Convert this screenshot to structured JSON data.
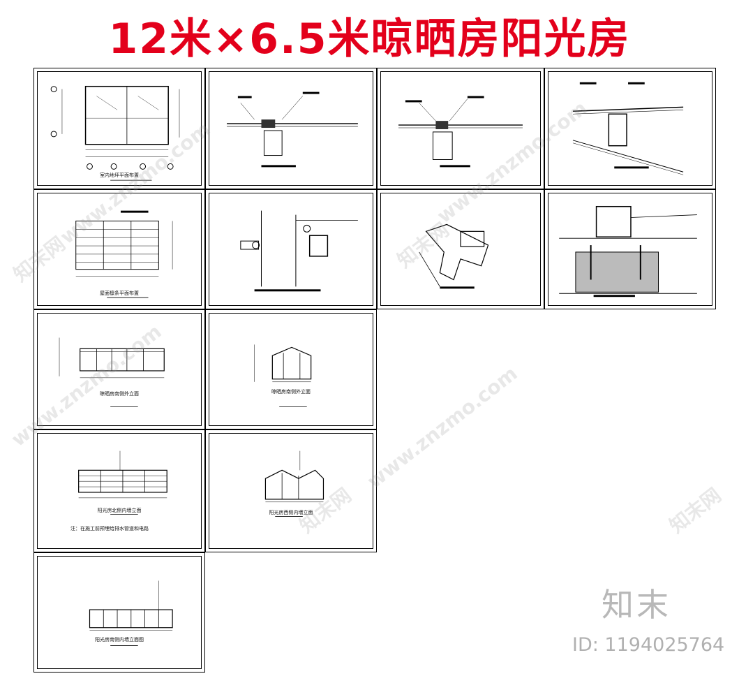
{
  "title": "12米×6.5米晾晒房阳光房",
  "watermark": {
    "domain": "www.znzmo.com",
    "logo": "知末网"
  },
  "brand": "知末",
  "id_label": "ID: 1194025764",
  "sheets": {
    "s1": {
      "caption": "室内地坪平面布置"
    },
    "s5": {
      "caption": "屋面檩条平面布置"
    },
    "s9": {
      "caption": "晾晒房南侧外立面"
    },
    "s10": {
      "caption": "晾晒房南侧外立面"
    },
    "s11": {
      "caption": "阳光房北侧内墙立面",
      "note": "注：在施工前预埋给排水管道和电路"
    },
    "s12": {
      "caption": "阳光房西侧内墙立面"
    },
    "s13": {
      "caption": "阳光房南侧内墙立面图"
    }
  },
  "colors": {
    "title": "#e3001b",
    "line": "#000000",
    "watermark": "#969696"
  }
}
